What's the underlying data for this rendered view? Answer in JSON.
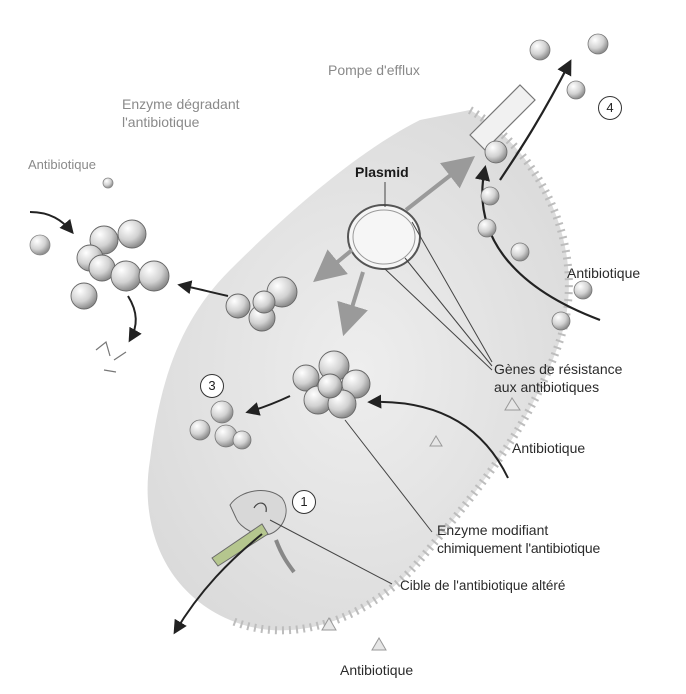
{
  "labels": {
    "efflux_pump": "Pompe d'efflux",
    "degrading_enzyme_1": "Enzyme dégradant",
    "degrading_enzyme_2": "l'antibiotique",
    "antibiotic_left": "Antibiotique",
    "plasmid": "Plasmid",
    "antibiotic_right": "Antibiotique",
    "resistance_genes_1": "Gènes de résistance",
    "resistance_genes_2": "aux antibiotiques",
    "antibiotic_middle": "Antibiotique",
    "modifying_enzyme_1": "Enzyme modifiant",
    "modifying_enzyme_2": "chimiquement l'antibiotique",
    "altered_target": "Cible de l'antibiotique altéré",
    "antibiotic_bottom": "Antibiotique"
  },
  "markers": [
    "1",
    "3",
    "4"
  ],
  "colors": {
    "ink": "#2b2b2b",
    "cell": "#dcdcdc",
    "sphere": "#c9c9c9"
  }
}
